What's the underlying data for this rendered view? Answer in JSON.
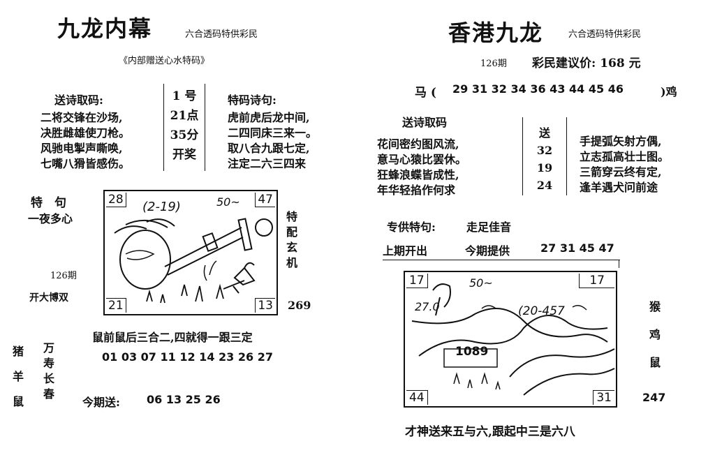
{
  "left": {
    "title": "九龙内幕",
    "subtitle": "六合透码特供彩民",
    "note": "《内部赠送心水特码》",
    "poem_label": "送诗取码:",
    "poem_lines": [
      "二将交锋在沙场,",
      "决胜雌雄使刀枪。",
      "风驰电掣声嘶唤,",
      "七嘴八猾皆感伤。"
    ],
    "box_lines": [
      "1 号",
      "21点",
      "35分",
      "开奖"
    ],
    "tema_label": "特码诗句:",
    "tema_lines": [
      "虎前虎后龙中间,",
      "二四同床三来一。",
      "取八合九跟七定,",
      "注定二六三四来"
    ],
    "teju_label": "特　句",
    "teju_text": "一夜多心",
    "issue": "126期",
    "kai_text": "开大博双",
    "peixuan": "特配玄机",
    "peixuan_num": "269",
    "pic_corners": [
      "28",
      "47",
      "21",
      "13"
    ],
    "pic_scribble": "(2-19)",
    "pic_scribble2": "50~",
    "rat_line": "鼠前鼠后三合二,四就得一跟三定",
    "numbers": "01  03  07  11  12  14  23  26  27",
    "animals_vert": "猪羊鼠",
    "wanshou": "万寿长春",
    "send_label": "今期送:",
    "send_numbers": "06  13  25  26"
  },
  "right": {
    "title": "香港九龙",
    "subtitle": "六合透码特供彩民",
    "issue": "126期",
    "price": "彩民建议价: 168 元",
    "horse_label": "马 (",
    "horse_numbers": "29  31  32  34  36  43  44  45  46",
    "horse_end": ")鸡",
    "poem_label": "送诗取码",
    "poem_lines": [
      "花间密约图风流,",
      "意马心猿比罢休。",
      "狂蜂浪蝶皆成性,",
      "年华轻掐作何求"
    ],
    "box_lines": [
      "送",
      "32",
      "19",
      "24"
    ],
    "poem2_lines": [
      "手提弧矢射方偶,",
      "立志孤高壮士图。",
      "三箭穿云终有定,",
      "逢羊遇犬问前途"
    ],
    "special_label": "专供特句:",
    "special_text": "走足佳音",
    "last_label": "上期开出",
    "today_label": "今期提供",
    "today_numbers": "27  31  45  47",
    "pic_corners": [
      "17",
      "17",
      "44",
      "31"
    ],
    "pic_scribble": "(20-457",
    "pic_scribble2": "50~",
    "pic_scribble3": "27.0",
    "pic_scribble4": "1089",
    "animals_vert": "猴鸡鼠",
    "animals_num": "247",
    "bottom_line": "才神送来五与六,跟起中三是六八"
  }
}
